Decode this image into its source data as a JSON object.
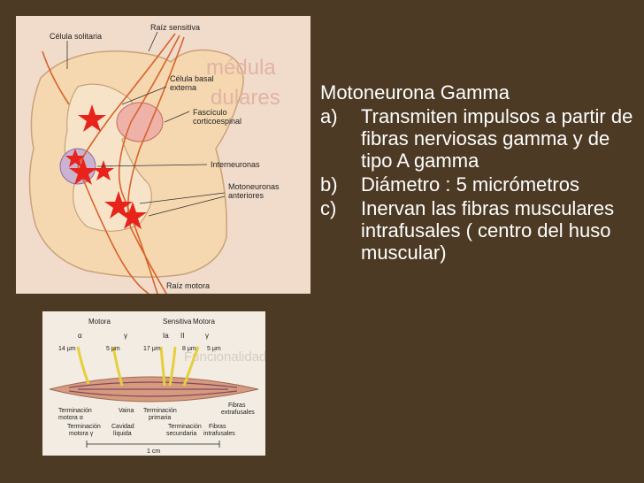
{
  "slide": {
    "title": "Motoneurona Gamma",
    "items": [
      {
        "marker": "a)",
        "text": "Transmiten impulsos a partir de fibras nerviosas gamma y de tipo A gamma"
      },
      {
        "marker": "b)",
        "text": "Diámetro : 5 micrómetros"
      },
      {
        "marker": "c)",
        "text": "Inervan las fibras musculares intrafusales ( centro del huso muscular)"
      }
    ]
  },
  "figure_spinal": {
    "labels": {
      "celula_solitaria": "Célula solitaria",
      "raiz_sensitiva": "Raíz sensitiva",
      "celula_basal": "Célula basal",
      "externa": "externa",
      "fasciculo": "Fascículo",
      "corticoespinal": "corticoespinal",
      "interneuronas": "Interneuronas",
      "motoneuronas": "Motoneuronas",
      "anteriores": "anteriores",
      "raiz_motora": "Raíz motora"
    }
  },
  "figure_spindle": {
    "labels": {
      "motora": "Motora",
      "sensitiva": "Sensitiva",
      "motora2": "Motora",
      "alpha": "α",
      "gamma": "γ",
      "ia": "Ia",
      "ii": "II",
      "gamma2": "γ",
      "um14": "14 μm",
      "um5a": "5 μm",
      "um17": "17 μm",
      "um8": "8 μm",
      "um5b": "5 μm",
      "term_motora_a_1": "Terminación",
      "term_motora_a_2": "motora α",
      "vaina": "Vaina",
      "term_primaria_1": "Terminación",
      "term_primaria_2": "primaria",
      "fibras_extra_1": "Fibras",
      "fibras_extra_2": "extrafusales",
      "term_motora_g_1": "Terminación",
      "term_motora_g_2": "motora γ",
      "cavidad_1": "Cavidad",
      "cavidad_2": "líquida",
      "term_secundaria_1": "Terminación",
      "term_secundaria_2": "secundaria",
      "fibras_intra_1": "Fibras",
      "fibras_intra_2": "intrafusales",
      "scale": "1 cm"
    }
  }
}
